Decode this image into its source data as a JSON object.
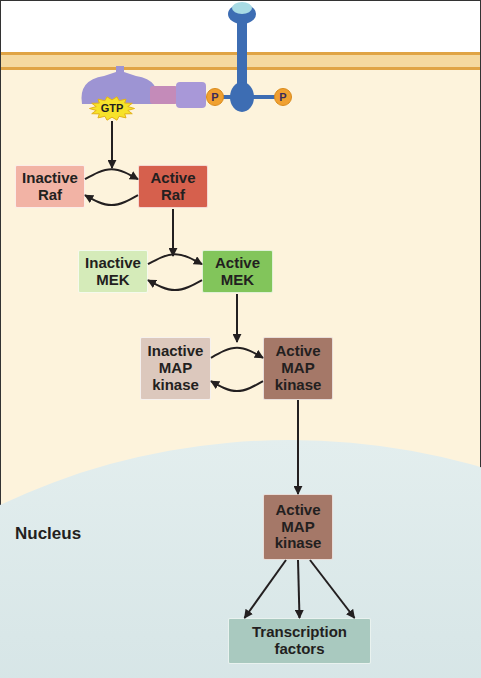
{
  "diagram": {
    "nodes": [
      {
        "text": [
          "GTP"
        ]
      },
      {
        "text": [
          "P"
        ]
      },
      {
        "text": [
          "P"
        ]
      },
      {
        "text": [
          "Inactive Raf"
        ]
      },
      {
        "text": [
          "Active Raf"
        ]
      },
      {
        "text": [
          "Inactive MEK"
        ]
      },
      {
        "text": [
          "Active MEK"
        ]
      },
      {
        "text": [
          "Inactive MAP kinase"
        ]
      },
      {
        "text": [
          "Active MAP kinase"
        ]
      },
      {
        "text": [
          "Nucleus"
        ]
      },
      {
        "text": [
          "Active MAP kinase"
        ],
        "in": 9
      },
      {
        "text": [
          "Transcription factors"
        ],
        "in": 9
      }
    ],
    "edges": [
      {
        "from": 3,
        "to": 4,
        "arrow": "to"
      },
      {
        "from": 4,
        "to": 3,
        "arrow": "to"
      },
      {
        "from": 5,
        "to": 6,
        "arrow": "to"
      },
      {
        "from": 6,
        "to": 5,
        "arrow": "to"
      },
      {
        "from": 7,
        "to": 8,
        "arrow": "to"
      },
      {
        "from": 8,
        "to": 7,
        "arrow": "to"
      },
      {
        "from": 8,
        "to": 10,
        "arrow": "to"
      },
      {
        "from": 10,
        "to": 11,
        "arrow": "to"
      },
      {
        "from": 10,
        "to": 11,
        "arrow": "to"
      },
      {
        "from": 10,
        "to": 11,
        "arrow": "to"
      }
    ]
  }
}
